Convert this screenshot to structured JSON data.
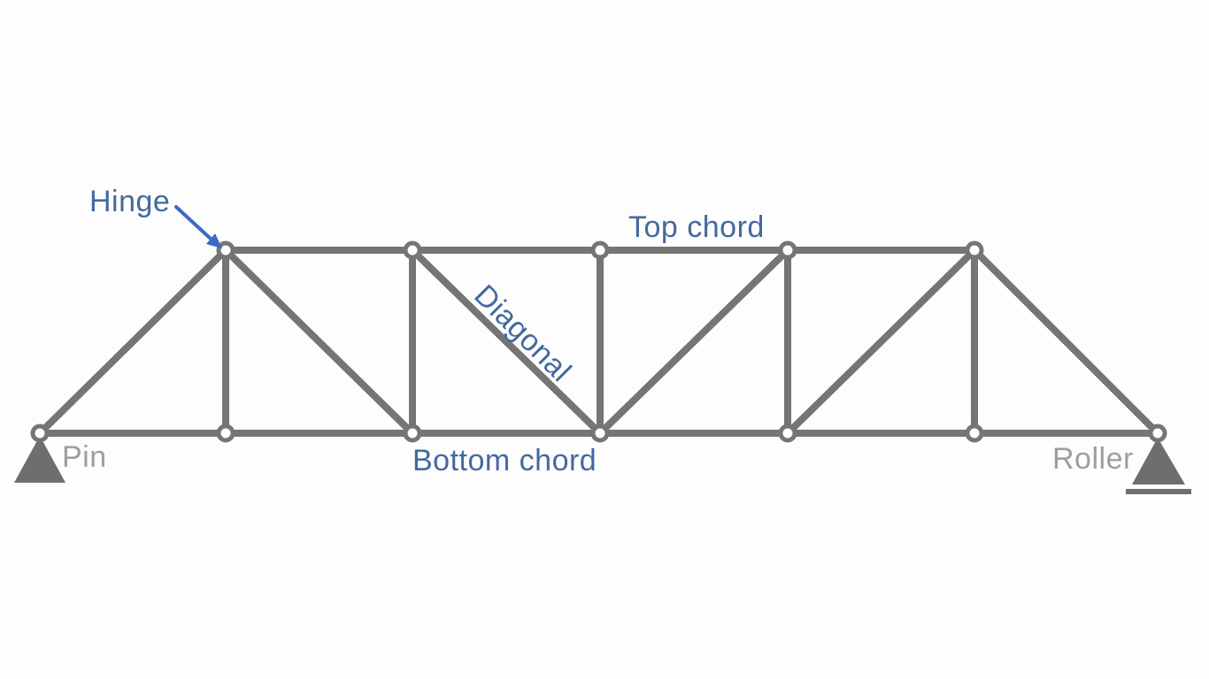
{
  "diagram": {
    "labels": {
      "hinge": "Hinge",
      "top_chord": "Top chord",
      "diagonal": "Diagonal",
      "bottom_chord": "Bottom chord",
      "pin": "Pin",
      "roller": "Roller"
    },
    "colors": {
      "member_gray": "#757575",
      "support_gray": "#6e6e6e",
      "label_blue": "#44699f",
      "arrow_blue": "#3c6ac2",
      "support_label_gray": "#9e9e9e",
      "background": "#fdfdfd"
    },
    "joints": {
      "top_count": 5,
      "bottom_count": 7
    }
  }
}
